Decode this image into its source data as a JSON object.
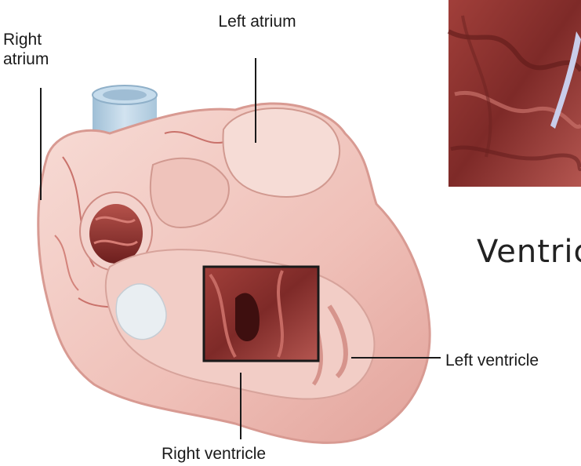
{
  "labels": {
    "right_atrium": "Right atrium",
    "left_atrium": "Left atrium",
    "left_ventricle": "Left ventricle",
    "right_ventricle": "Right ventricle",
    "inset_caption": "Ventric"
  },
  "colors": {
    "muscle_light": "#f4cfc9",
    "muscle_mid": "#e3a8a0",
    "muscle_dark": "#8e2f2c",
    "vein_blue": "#b9d3e6",
    "leader_line": "#1a1a1a",
    "inset_frame": "#1a1a1a"
  }
}
